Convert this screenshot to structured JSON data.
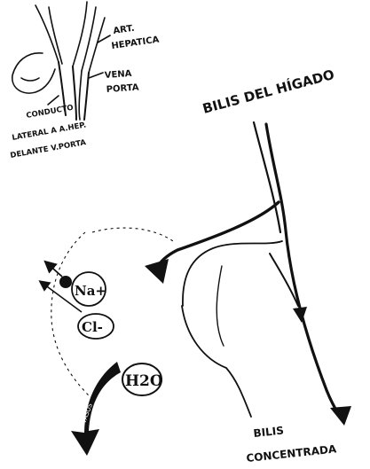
{
  "labels": {
    "hepatic_artery_line1": "ART.",
    "hepatic_artery_line2": "HEPATICA",
    "portal_vein_line1": "VENA",
    "portal_vein_line2": "PORTA",
    "duct_note_line1": "CONDUCTO",
    "duct_note_line2": "LATERAL A A.HEP.",
    "duct_note_line3": "DELANTE V.PORTA",
    "bile_from_liver": "BILIS DEL HÍGADO",
    "bile_concentrated_line1": "BILIS",
    "bile_concentrated_line2": "CONCENTRADA"
  },
  "ions": {
    "sodium": "Na+",
    "chloride": "Cl-",
    "water": "H2O"
  },
  "arrow_text": {
    "water_arrow": "VASOS"
  },
  "colors": {
    "ink": "#111111",
    "background": "#ffffff"
  }
}
